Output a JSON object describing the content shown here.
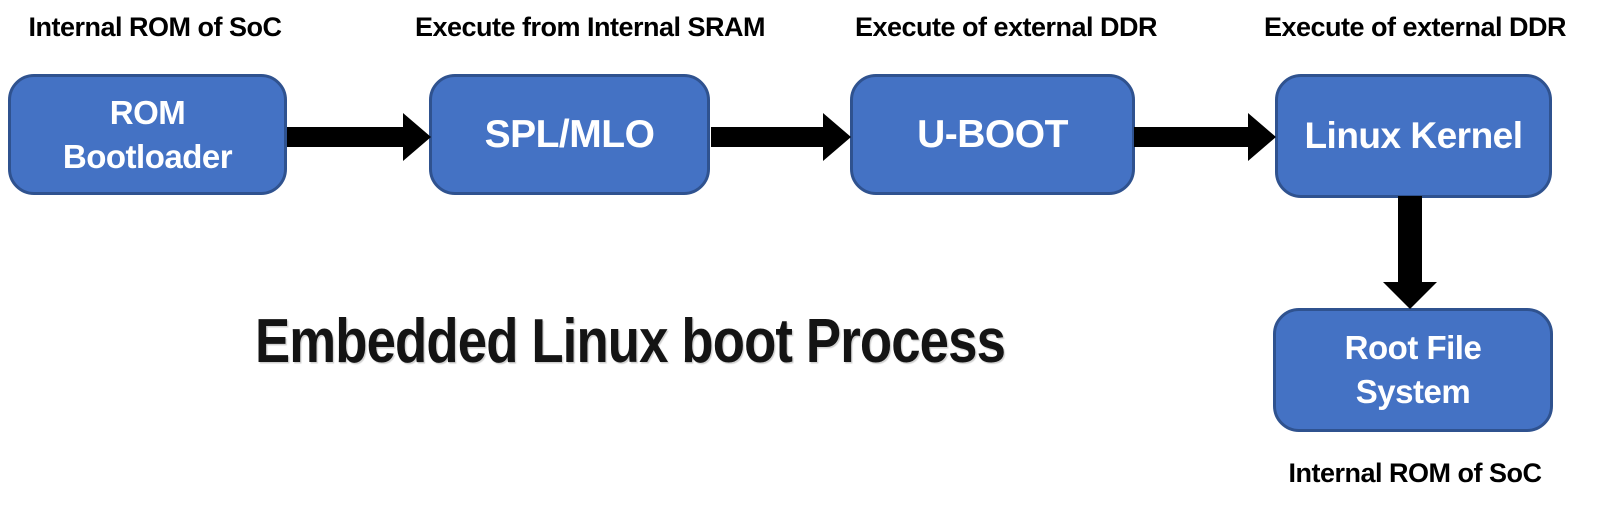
{
  "diagram": {
    "title": "Embedded Linux boot Process",
    "nodes": [
      {
        "id": "rom-bootloader",
        "label": "ROM Bootloader",
        "lines": [
          "ROM",
          "Bootloader"
        ],
        "annotation": "Internal ROM of SoC",
        "annotation_position": "above"
      },
      {
        "id": "spl-mlo",
        "label": "SPL/MLO",
        "lines": [
          "SPL/MLO"
        ],
        "annotation": "Execute from Internal SRAM",
        "annotation_position": "above"
      },
      {
        "id": "u-boot",
        "label": "U-BOOT",
        "lines": [
          "U-BOOT"
        ],
        "annotation": "Execute of external DDR",
        "annotation_position": "above"
      },
      {
        "id": "linux-kernel",
        "label": "Linux Kernel",
        "lines": [
          "Linux Kernel"
        ],
        "annotation": "Execute of external DDR",
        "annotation_position": "above"
      },
      {
        "id": "root-file-system",
        "label": "Root File System",
        "lines": [
          "Root File",
          "System"
        ],
        "annotation": "Internal ROM of SoC",
        "annotation_position": "below"
      }
    ],
    "connections": [
      {
        "from": "ROM Bootloader",
        "to": "SPL/MLO",
        "direction": "right"
      },
      {
        "from": "SPL/MLO",
        "to": "U-BOOT",
        "direction": "right"
      },
      {
        "from": "U-BOOT",
        "to": "Linux Kernel",
        "direction": "right"
      },
      {
        "from": "Linux Kernel",
        "to": "Root File System",
        "direction": "down"
      }
    ],
    "colors": {
      "node_fill": "#4472C4",
      "node_border": "#2F528F",
      "node_text": "#FFFFFF",
      "annotation_text": "#000000",
      "arrow": "#000000",
      "background": "#FFFFFF"
    }
  }
}
